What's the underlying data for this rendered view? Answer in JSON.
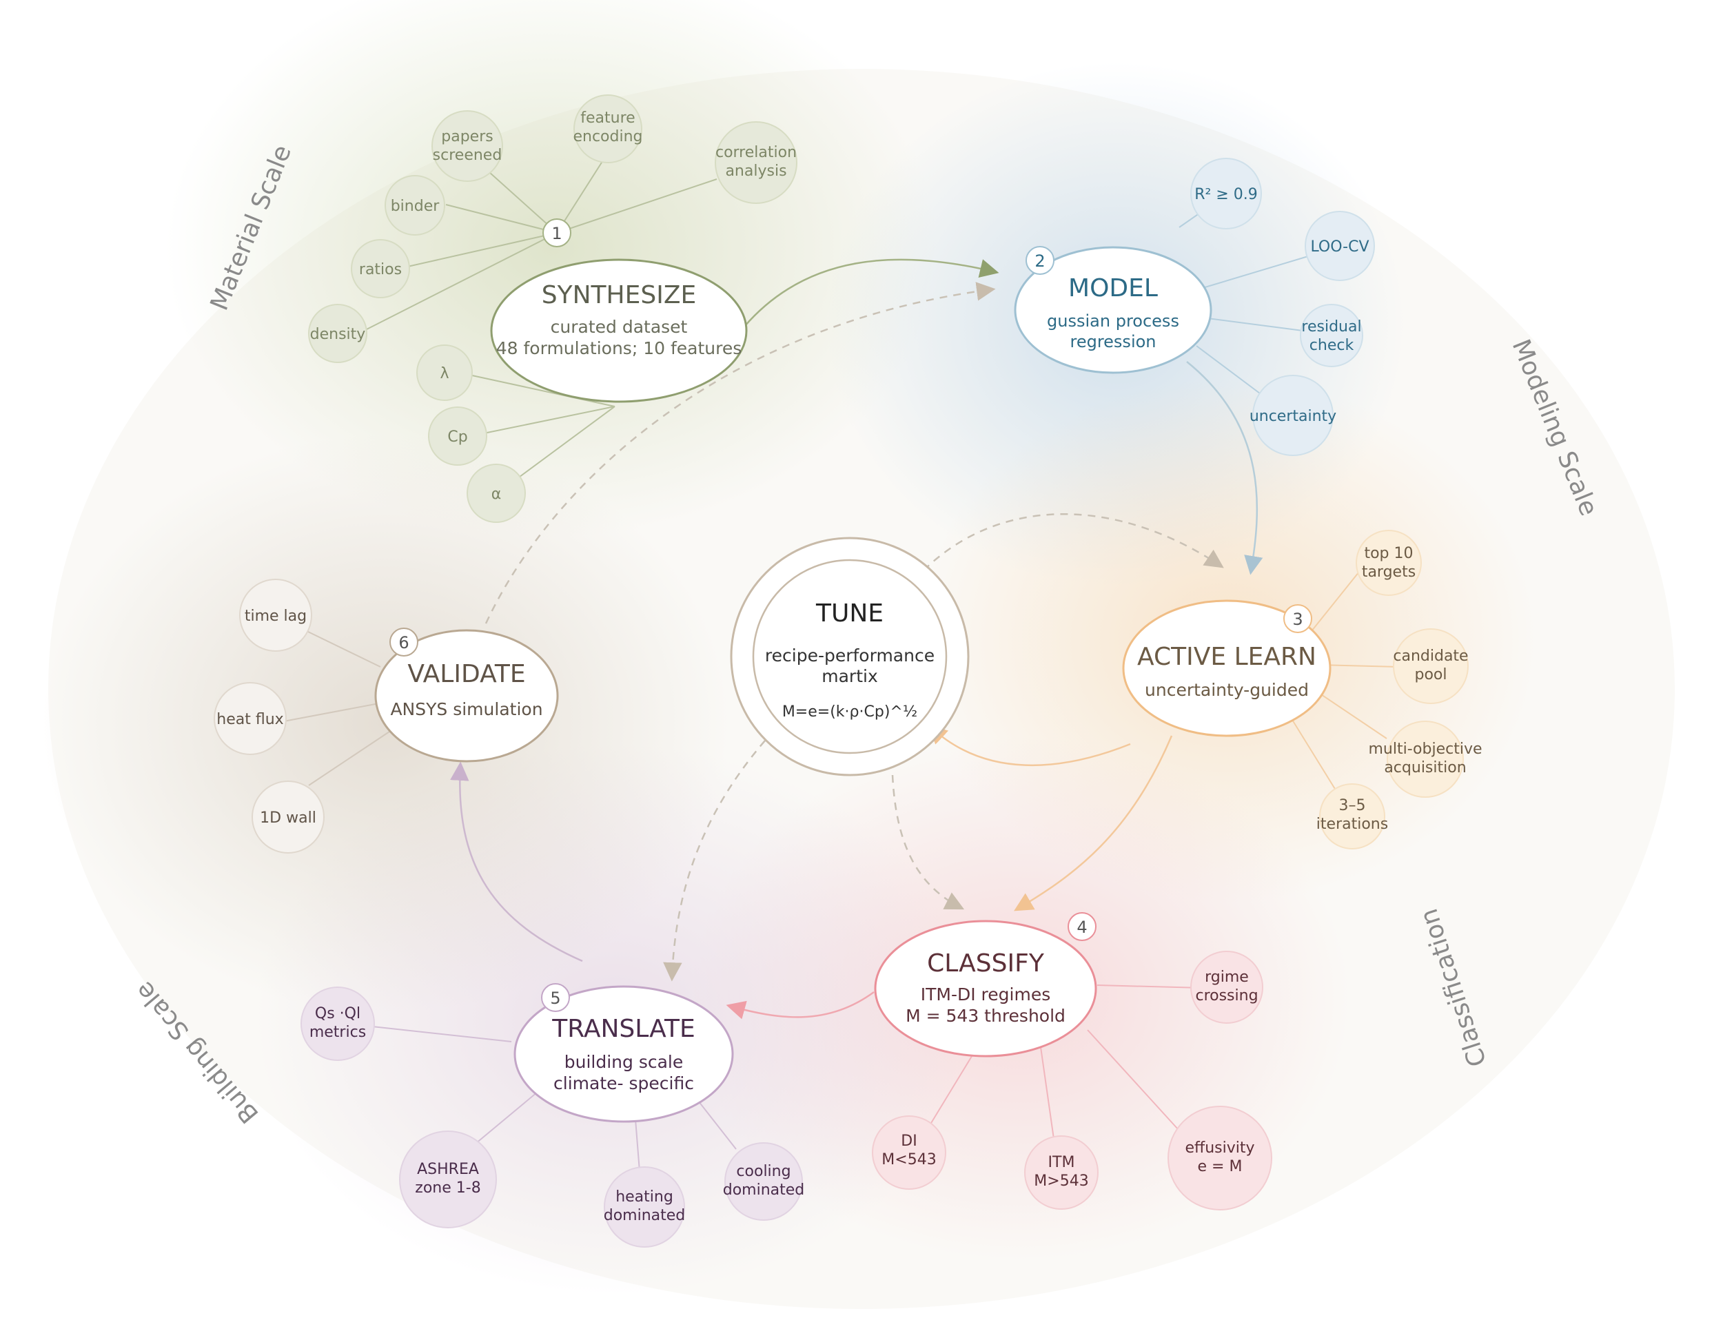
{
  "colors": {
    "green": "#8f9e6f",
    "green_fill": "#e5e8d8",
    "blue": "#2c6a86",
    "blue_line": "#9ec0d2",
    "blue_fill": "#e3edf4",
    "orange": "#f0bd85",
    "orange_fill": "#fbeedb",
    "orange_text": "#6b5a44",
    "red": "#ea8f98",
    "red_fill": "#f8e1e3",
    "red_text": "#5c3038",
    "purple": "#c3a6c7",
    "purple_fill": "#ece2ec",
    "purple_text": "#4a2d4b",
    "brown": "#b9a892",
    "brown_fill": "#f2efeb",
    "grey_text": "#858585",
    "dash": "#c7c0b4"
  },
  "scales": {
    "material": "Material Scale",
    "modeling": "Modeling Scale",
    "classification": "Classification",
    "building": "Building Scale"
  },
  "center": {
    "title": "TUNE",
    "sub1": "recipe-performance",
    "sub2": "martix",
    "formula": "M=e=(k·ρ·Cp)^½"
  },
  "stages": {
    "synthesize": {
      "num": "1",
      "title": "SYNTHESIZE",
      "sub1": "curated dataset",
      "sub2": "48 formulations; 10 features"
    },
    "model": {
      "num": "2",
      "title": "MODEL",
      "sub1": "gussian process",
      "sub2": "regression"
    },
    "active": {
      "num": "3",
      "title": "ACTIVE LEARN",
      "sub1": "uncertainty-guided"
    },
    "classify": {
      "num": "4",
      "title": "CLASSIFY",
      "sub1": "ITM-DI regimes",
      "sub2": "M = 543 threshold"
    },
    "translate": {
      "num": "5",
      "title": "TRANSLATE",
      "sub1": "building scale",
      "sub2": "climate- specific"
    },
    "validate": {
      "num": "6",
      "title": "VALIDATE",
      "sub1": "ANSYS simulation"
    }
  },
  "satellites": {
    "synthesize": [
      [
        "papers",
        "screened"
      ],
      [
        "feature",
        "encoding"
      ],
      [
        "correlation",
        "analysis"
      ],
      [
        "binder"
      ],
      [
        "ratios"
      ],
      [
        "density"
      ],
      [
        "λ"
      ],
      [
        "Cp"
      ],
      [
        "α"
      ]
    ],
    "model": [
      [
        "R² ≥ 0.9"
      ],
      [
        "LOO-CV"
      ],
      [
        "residual",
        "check"
      ],
      [
        "uncertainty"
      ]
    ],
    "active": [
      [
        "top 10",
        "targets"
      ],
      [
        "candidate",
        "pool"
      ],
      [
        "multi-objective",
        "acquisition"
      ],
      [
        "3–5",
        "iterations"
      ]
    ],
    "classify": [
      [
        "rgime",
        "crossing"
      ],
      [
        "DI",
        "M<543"
      ],
      [
        "ITM",
        "M>543"
      ],
      [
        "effusivity",
        "e = M"
      ]
    ],
    "translate": [
      [
        "Qs ·Ql",
        "metrics"
      ],
      [
        "ASHREA",
        "zone 1-8"
      ],
      [
        "heating",
        "dominated"
      ],
      [
        "cooling",
        "dominated"
      ]
    ],
    "validate": [
      [
        "time lag"
      ],
      [
        "heat flux"
      ],
      [
        "1D wall"
      ]
    ]
  }
}
